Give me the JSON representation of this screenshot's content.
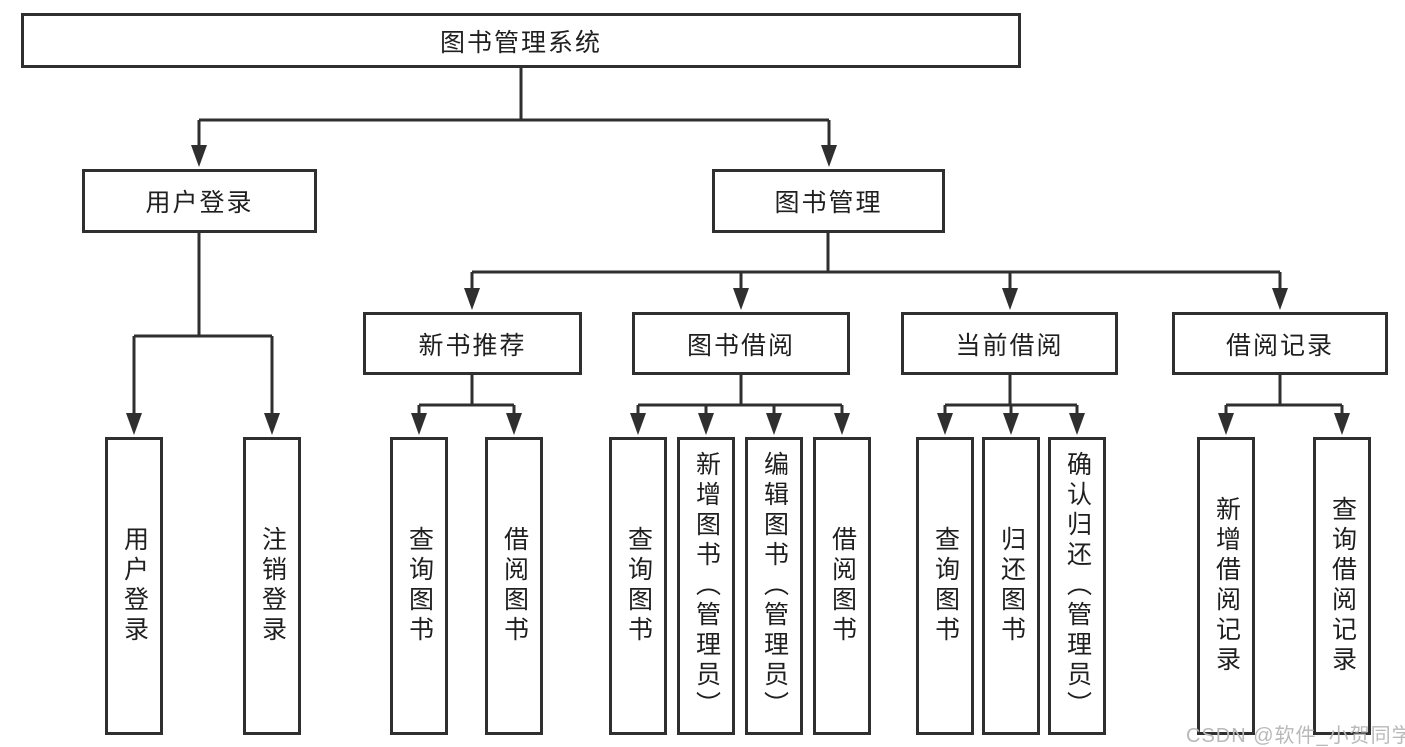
{
  "nodes": {
    "root": "图书管理系统",
    "level1": [
      "用户登录",
      "图书管理"
    ],
    "level2": [
      "新书推荐",
      "图书借阅",
      "当前借阅",
      "借阅记录"
    ],
    "login_children": [
      "用户登录",
      "注销登录"
    ],
    "recommend_children": [
      "查询图书",
      "借阅图书"
    ],
    "borrow_children": [
      "查询图书",
      "新增图书（管理员）",
      "编辑图书（管理员）",
      "借阅图书"
    ],
    "current_children": [
      "查询图书",
      "归还图书",
      "确认归还（管理员）"
    ],
    "record_children": [
      "新增借阅记录",
      "查询借阅记录"
    ]
  },
  "watermark": "CSDN @软件_小贺同学",
  "colors": {
    "line": "#2f2f2f",
    "box_border": "#2f2f2f",
    "box_fill": "#ffffff",
    "text": "#1f1f1f",
    "watermark": "#b9b9b9"
  }
}
